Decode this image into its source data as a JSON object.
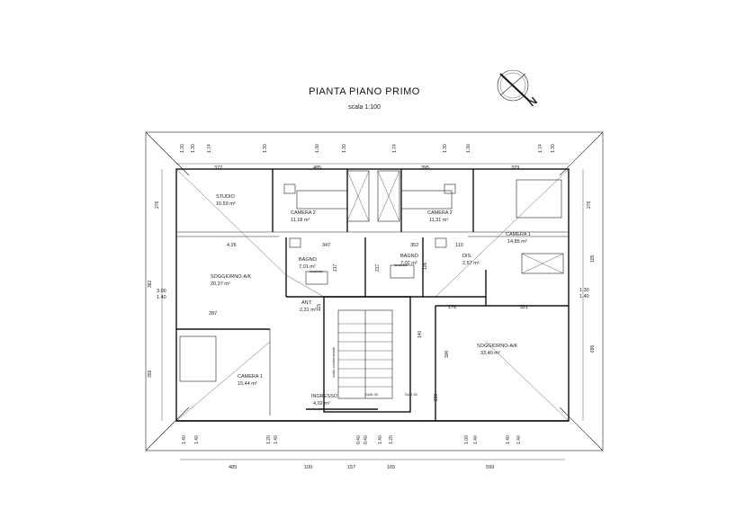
{
  "title": "PIANTA PIANO PRIMO",
  "subtitle": "scala 1:100",
  "north_label": "N",
  "rooms": [
    {
      "name": "STUDIO",
      "area": "10,59 m²"
    },
    {
      "name": "CAMERA 2",
      "area": "11,18 m²"
    },
    {
      "name": "CAMERA 2",
      "area": "11,31 m²"
    },
    {
      "name": "CAMERA 1",
      "area": "14,85 m²"
    },
    {
      "name": "SOGGIORNO-A/K",
      "area": "20,37 m²"
    },
    {
      "name": "BAGNO",
      "area": "7,01 m²"
    },
    {
      "name": "BAGNO",
      "area": "7,02 m²"
    },
    {
      "name": "DIS.",
      "area": "2,57 m²"
    },
    {
      "name": "ANT.",
      "area": "2,31 m²"
    },
    {
      "name": "CAMERA 1",
      "area": "15,44 m²"
    },
    {
      "name": "INGRESSO",
      "area": "4,02 m²"
    },
    {
      "name": "SOGGIORNO-A/K",
      "area": "33,40 m²"
    }
  ],
  "fixtures": {
    "lavatrice": "lavatrice",
    "scala": "scala condominiale",
    "sub_left": "SUB 26",
    "sub_right": "SUB 25"
  },
  "dims": {
    "top": [
      "372",
      "485",
      "395",
      "379"
    ],
    "top_small": [
      "1.30",
      "1.30",
      "1.74",
      "1.30",
      "1.30",
      "1.30",
      "1.74",
      "1.30",
      "1.30",
      "1.74",
      "1.30"
    ],
    "inner_top": [
      "4.26",
      "347",
      "352",
      "110"
    ],
    "mid": [
      "287",
      "278",
      "321"
    ],
    "bottom": [
      "485",
      "100",
      "157",
      "165",
      "599"
    ],
    "bottom_small": [
      "1.40",
      "1.40",
      "1.20",
      "1.40",
      "0.40",
      "0.40",
      "1.40",
      "1.20",
      "1.00",
      "1.40",
      "1.40",
      "1.40"
    ],
    "left": [
      "276",
      "382",
      "359"
    ],
    "left_small": [
      "3.00",
      "1.40"
    ],
    "right": [
      "276",
      "105",
      "695"
    ],
    "right_small": [
      "1.30",
      "1.40"
    ],
    "inner_v": [
      "217",
      "217",
      "115",
      "106",
      "300",
      "140",
      "210"
    ]
  }
}
